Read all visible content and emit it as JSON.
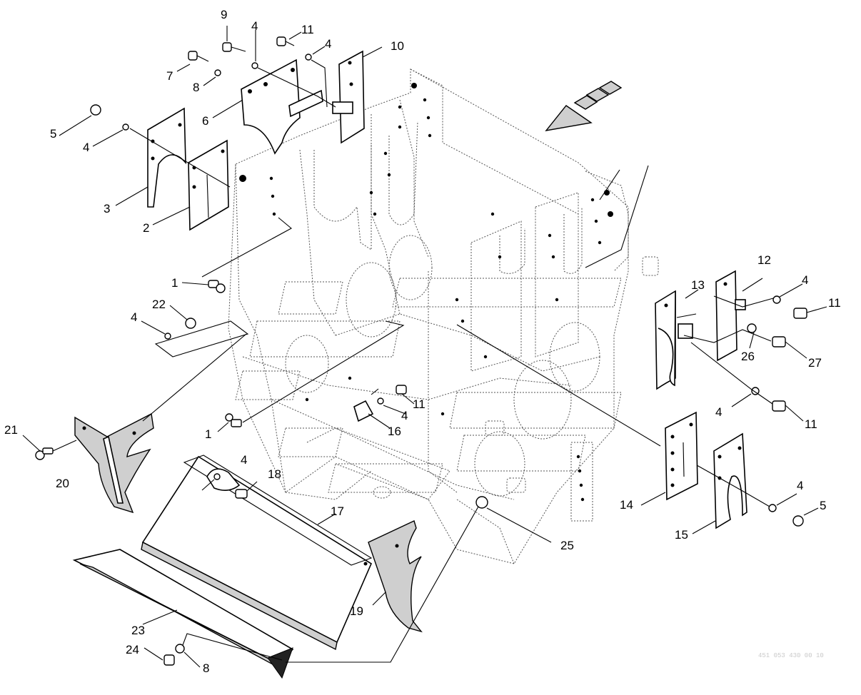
{
  "diagram": {
    "callouts": [
      "1",
      "1",
      "2",
      "3",
      "4",
      "4",
      "4",
      "4",
      "4",
      "4",
      "4",
      "5",
      "5",
      "6",
      "7",
      "8",
      "8",
      "9",
      "10",
      "11",
      "11",
      "11",
      "11",
      "12",
      "13",
      "14",
      "15",
      "16",
      "17",
      "18",
      "19",
      "20",
      "21",
      "22",
      "23",
      "24",
      "25",
      "26",
      "27"
    ],
    "reference_code": "451 053 430 00 10"
  },
  "colors": {
    "line": "#000000",
    "frame": "#555555",
    "shade": "#cfcfcf",
    "background": "#ffffff"
  },
  "icons": {
    "direction_arrow": "travel-direction-arrow-icon"
  }
}
